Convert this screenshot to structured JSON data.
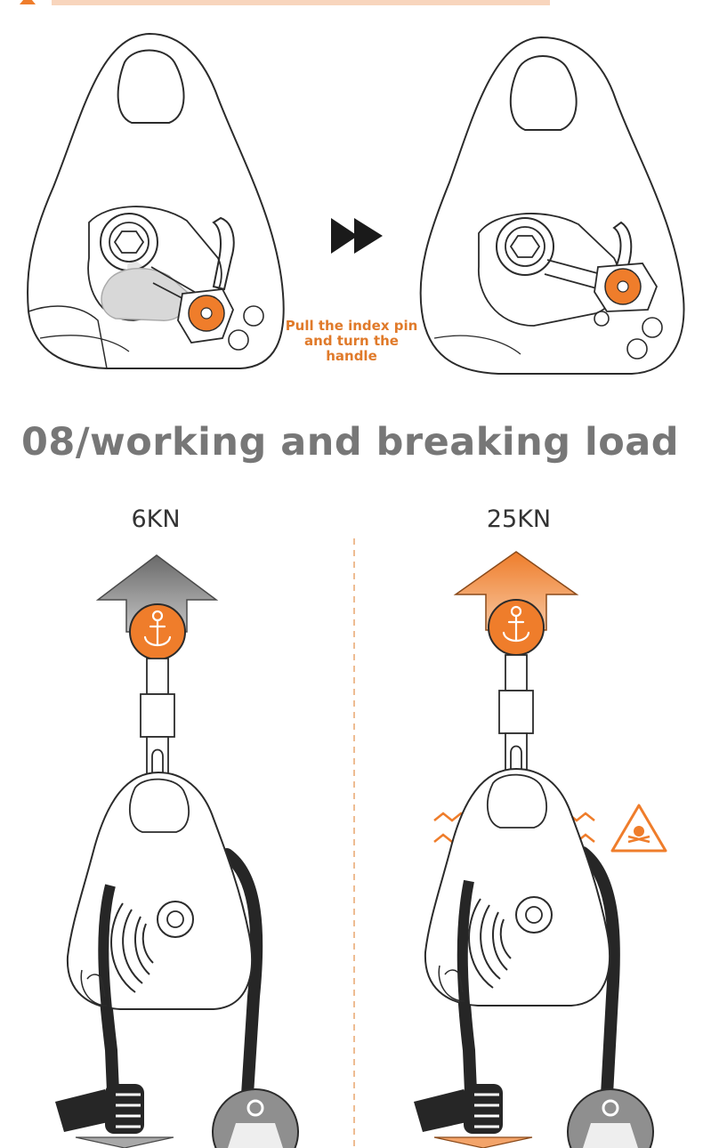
{
  "caption": {
    "text": "Pull the index pin and turn the handle"
  },
  "section": {
    "title": "08/working and breaking load"
  },
  "loads": {
    "working": "6KN",
    "breaking": "25KN"
  },
  "colors": {
    "accent": "#ef7d2b",
    "dark_arrow": "#707070",
    "line": "#2b2b2b",
    "title_gray": "#777777"
  },
  "icons": [
    "forward-arrow-icon",
    "anchor-icon",
    "warning-skull-icon",
    "weight-icon",
    "hand-icon"
  ]
}
